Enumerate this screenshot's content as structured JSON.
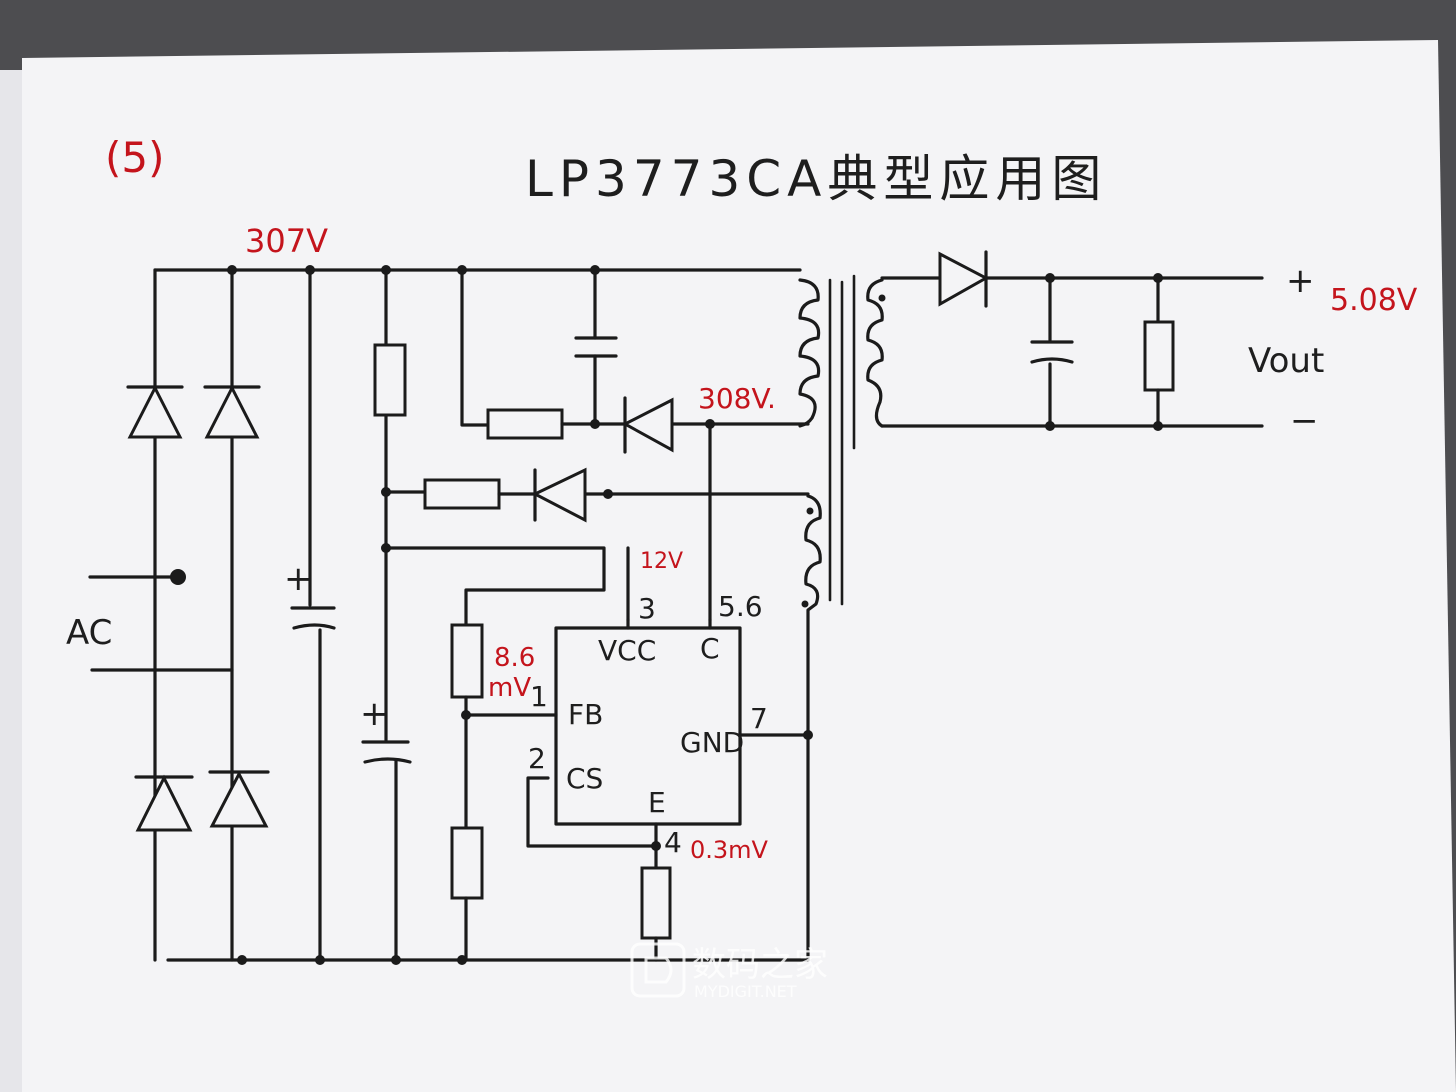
{
  "figure_number": "(5)",
  "title": "LP3773CA典型应用图",
  "labels": {
    "ac": "AC",
    "vout": "Vout",
    "plus": "+",
    "minus": "−"
  },
  "measurements": {
    "bus_voltage": "307V",
    "drain_voltage": "308V.",
    "output_voltage": "5.08V",
    "vcc_voltage": "12V",
    "fb_voltage_value": "8.6",
    "fb_voltage_unit": "mV",
    "cs_voltage": "0.3mV"
  },
  "ic": {
    "pins": {
      "vcc": {
        "name": "VCC",
        "number": "3"
      },
      "c": {
        "name": "C",
        "number": "5.6"
      },
      "fb": {
        "name": "FB",
        "number": "1"
      },
      "cs": {
        "name": "CS",
        "number": "2"
      },
      "gnd": {
        "name": "GND",
        "number": "7"
      },
      "e": {
        "name": "E",
        "number": "4"
      }
    }
  },
  "watermark": {
    "name": "数码之家",
    "url": "MYDIGIT.NET"
  },
  "colors": {
    "ink": "#1b1b1b",
    "annotation_red": "#c4141c",
    "paper": "#f4f4f6",
    "background": "#4a4a4c"
  }
}
